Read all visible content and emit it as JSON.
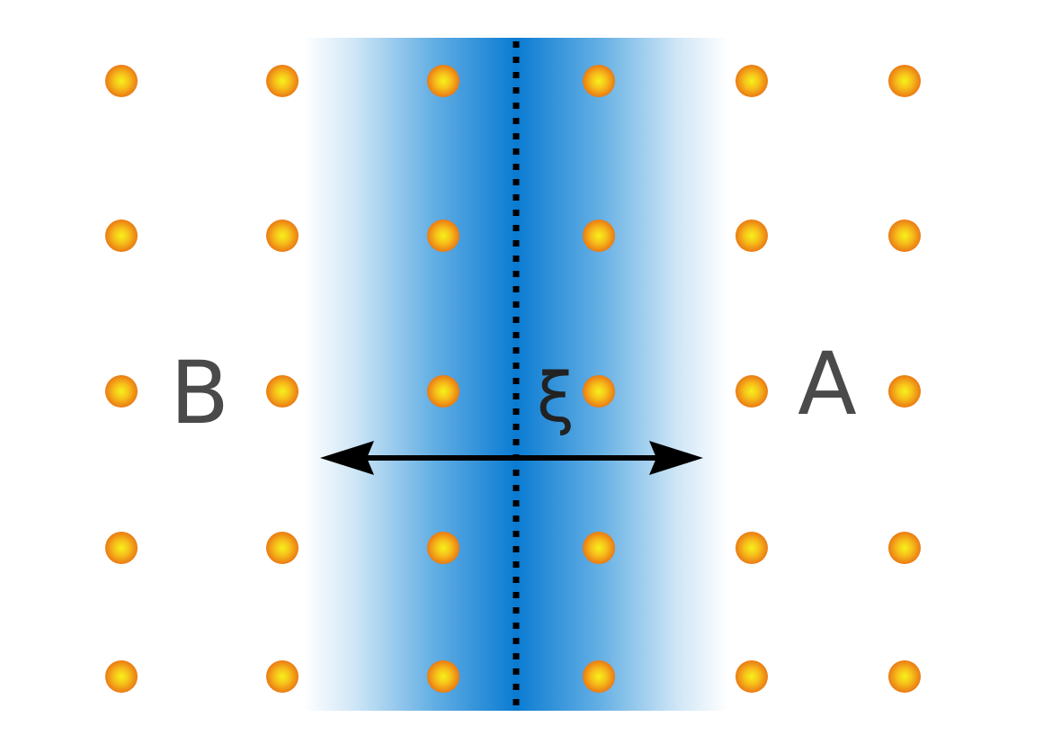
{
  "labels": {
    "left_region": "B",
    "right_region": "A",
    "width_symbol": "ξ"
  },
  "lattice": {
    "rows": 5,
    "columns": 6
  },
  "colors": {
    "band_center": "#0a7bd2",
    "band_edge": "#ffffff",
    "atom_center": "#f4f21a",
    "atom_mid": "#f7a71a",
    "atom_edge": "#ea7a14",
    "arrow": "#000000",
    "label_text": "#4a4a4a"
  }
}
